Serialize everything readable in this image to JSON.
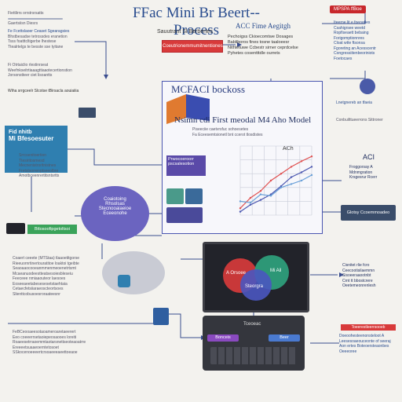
{
  "header": {
    "title": "FFac Mini Br Beert--Process",
    "tag": "MPSPA ffBoe",
    "subtitle": "Sauutrant Sl Berbertes",
    "red_button": "Coeutrionemmumitnentiones"
  },
  "top_left": {
    "lines": [
      "Fiettlirrs orrstrsrsatts",
      "Gaertsiisn Diesrs",
      "Fe Fcettslaoer Ceaset Sgearagsies",
      "Bhstbesadse tetrossdes eranetion",
      "Tsss foatttcltigerbe lhestese",
      "Ttealrtelgs te besste sse tyitane"
    ]
  },
  "acc_section": {
    "title": "ACC Fime Aegitgh",
    "lines": [
      "Pechoigss Ckioecomtwe Dosages",
      "Babliboros fines tosne taaloeesr",
      "Nithtetuwe Ccbestr sirner ceprdcelse",
      "Pyhetes cosentttdle ourrets"
    ]
  },
  "top_right": {
    "lines": [
      "Iteerne lit e foeoaties",
      "Csahigrsee weetd",
      "Ropfiseaett bebaing",
      "Forigomptionnres",
      "Cloat wtte ftsonsa",
      "Fgoreting an Acesscentr",
      "Congressiitenbeoriniots",
      "Foetocaes"
    ]
  },
  "left_mid": {
    "lines": [
      "Fi Otrtaiclio rlestinrseat",
      "Weefnkseitrtiaaagttiaaotecertionstion",
      "Jorsonstteer ciet lisoantts"
    ],
    "caption": "Wiha srrgceelr Slcotse tBirsacla aouiaiiia"
  },
  "fine_tune": {
    "title": "Fid nhitb",
    "subtitle": "Mi Bfesoesuter",
    "items": [
      "Srrcsenitoertion",
      "Ttesiritosmesd",
      "Mecnenistroritnistnes",
      "Fretstsorrenptseeolbre",
      "Amotbceenrertitsntsrtts"
    ]
  },
  "mcf_panel": {
    "title": "MCFACI bockoss",
    "model_title": "Nsimn cdi First meodal M4 Aho Model",
    "notes": [
      "Piseeciie caetvrsfuc sohoesetes",
      "Fa Eceesemtsionetl bnt ccerot tlosdistes"
    ],
    "badge": "Prwocoeroorr pscsalesotion",
    "chart_label": "ACh"
  },
  "right_mid": {
    "icon_label": "Lnetgnereb an tfaeia",
    "lines": [
      "Conbuilttueerrons Sittroner"
    ],
    "acil_title": "ACI",
    "acil_lines": [
      "Froggorsay A",
      "Mdnmgration",
      "Krsgesrur Rcerr"
    ]
  },
  "purple_ellipse": {
    "lines": [
      "Coaiotoing",
      "Rhsolsas",
      "Stecnooaiaeioe",
      "Eceeonohe"
    ]
  },
  "green_bar": "Bttosoofipgetoltsoi",
  "dark_button": "Glotsy Ccoemmoadeo",
  "lower_left": {
    "lines": [
      "Coaert ceeete (MTStaa) tlaaoetitgorse",
      "Rieeuornrtinertouratitoe loaktoi tgeibte",
      "Seaoaaocooeanmmenmeoenetrtsmt",
      "Mcaeanuodeestteatsesoiesbleseiu",
      "Feeceee nmiaaouteor laesoes",
      "Eoseeaeetabesesesetstaehtaia",
      "Cetaecfetsiiaraeoscteortsoes",
      "Slienttcobusoesroraateesnr"
    ]
  },
  "monitor": {
    "label_left": "A Orsoee",
    "label_right": "Mi Ail",
    "label_center": "Steorgra"
  },
  "right_lower": {
    "lines": [
      "Cisnitet rlie fcro",
      "Ceecootisilaemmn",
      "Sisoeeraaootnbt",
      "Crnt tt bbostcrere",
      "Oeetemeonrenlesh"
    ]
  },
  "keyboard": {
    "label": "Tceoeac",
    "button_left": "Bonceis",
    "button_right": "Beer"
  },
  "bottom_left": {
    "lines": [
      "FeBCeooaeesotaoameroaretaeerert",
      "Eeo coeeerrsetaoiepeosaooes loreiti",
      "Roaeesetrraoemmtaotarsnettseoteaoatrre",
      "Ereeeetsuaaeoerntetosoet",
      "SSkocenoeeeertcrsoaeeeaeettoeaoe"
    ]
  },
  "bottom_right": {
    "tag": "Toeerestleerrsooeb",
    "lines": [
      "Doeoohesteenonsteloot A",
      "Leesesoaeouceonte of seeraj",
      "Aon ertes Boteoersteaonbes",
      "Oeeeoree"
    ]
  },
  "chart_data": {
    "type": "line",
    "series": [
      {
        "values": [
          0.1,
          0.25,
          0.35,
          0.5,
          0.6,
          0.7,
          0.78,
          0.85
        ]
      },
      {
        "values": [
          0.05,
          0.15,
          0.22,
          0.3,
          0.42,
          0.55,
          0.62,
          0.7
        ]
      },
      {
        "values": [
          0.2,
          0.18,
          0.3,
          0.28,
          0.4,
          0.45,
          0.5,
          0.58
        ]
      }
    ],
    "colors": [
      "#e05050",
      "#4a56b0",
      "#6aa0d8"
    ]
  },
  "colors": {
    "accent": "#2a4d8f",
    "panel_border": "#4a56b0",
    "red": "#d83a3a",
    "green": "#3aa35a",
    "purple": "#6b64c0",
    "teal": "#2f7fb0"
  }
}
